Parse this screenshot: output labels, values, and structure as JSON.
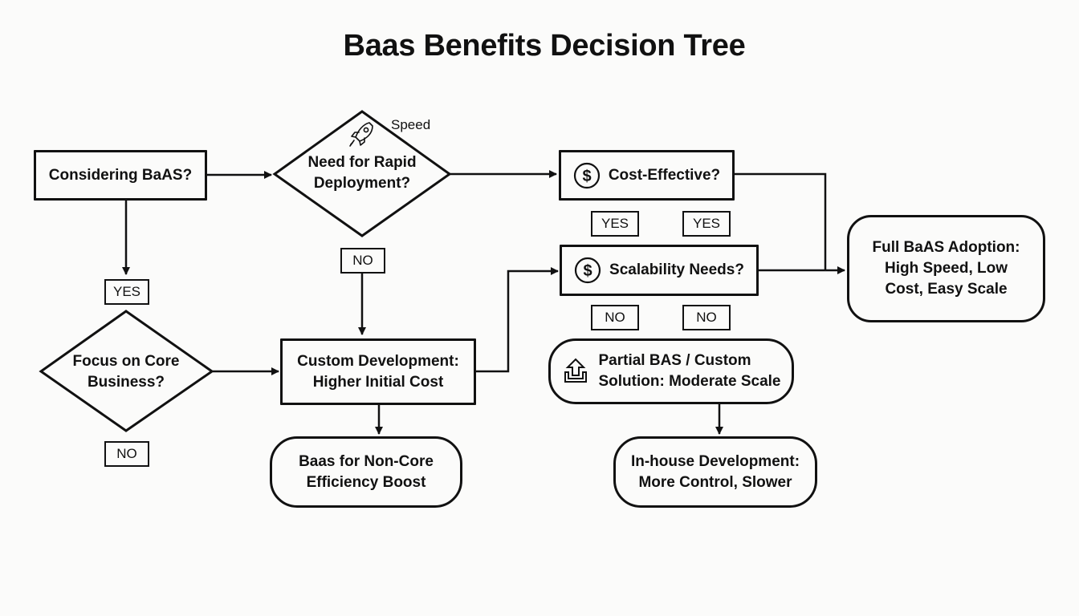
{
  "title": "Baas Benefits Decision Tree",
  "nodes": {
    "considering": {
      "label": "Considering BaAS?",
      "shape": "rectangle"
    },
    "rapid": {
      "label": "Need for Rapid Deployment?",
      "line1": "Need for Rapid",
      "line2": "Deployment?",
      "shape": "diamond",
      "icon": "rocket-icon",
      "annotation": "Speed"
    },
    "cost_effective": {
      "label": "Cost-Effective?",
      "shape": "rectangle",
      "icon": "dollar-circle-icon"
    },
    "scalability": {
      "label": "Scalability Needs?",
      "shape": "rectangle",
      "icon": "dollar-circle-icon"
    },
    "full_adoption": {
      "label": "Full BaAS Adoption: High Speed, Low Cost, Easy Scale",
      "line1": "Full BaAS Adoption:",
      "line2": "High Speed, Low",
      "line3": "Cost, Easy Scale",
      "shape": "rounded"
    },
    "core_business": {
      "label": "Focus on Core Business?",
      "line1": "Focus on Core",
      "line2": "Business?",
      "shape": "diamond"
    },
    "custom_dev": {
      "label": "Custom Development: Higher Initial Cost",
      "line1": "Custom Development:",
      "line2": "Higher Initial Cost",
      "shape": "rectangle"
    },
    "non_core": {
      "label": "Baas for Non-Core Efficiency Boost",
      "line1": "Baas for Non-Core",
      "line2": "Efficiency Boost",
      "shape": "rounded"
    },
    "partial": {
      "label": "Partial BAS / Custom Solution: Moderate Scale",
      "line1": "Partial BAS / Custom",
      "line2": "Solution: Moderate Scale",
      "shape": "rounded",
      "icon": "upload-icon"
    },
    "inhouse": {
      "label": "In-house Development: More Control, Slower",
      "line1": "In-house Development:",
      "line2": "More Control, Slower",
      "shape": "rounded"
    }
  },
  "tags": {
    "yes_core": "YES",
    "no_core": "NO",
    "no_rapid": "NO",
    "yes_cost_1": "YES",
    "yes_cost_2": "YES",
    "no_scale_1": "NO",
    "no_scale_2": "NO"
  },
  "edges": [
    {
      "from": "considering",
      "to": "rapid"
    },
    {
      "from": "considering",
      "to": "core_business",
      "label": "YES"
    },
    {
      "from": "rapid",
      "to": "cost_effective"
    },
    {
      "from": "rapid",
      "to": "custom_dev",
      "label": "NO"
    },
    {
      "from": "core_business",
      "to": "custom_dev"
    },
    {
      "from": "custom_dev",
      "to": "scalability"
    },
    {
      "from": "custom_dev",
      "to": "non_core"
    },
    {
      "from": "cost_effective",
      "to": "full_adoption"
    },
    {
      "from": "scalability",
      "to": "full_adoption"
    },
    {
      "from": "partial",
      "to": "inhouse"
    }
  ]
}
